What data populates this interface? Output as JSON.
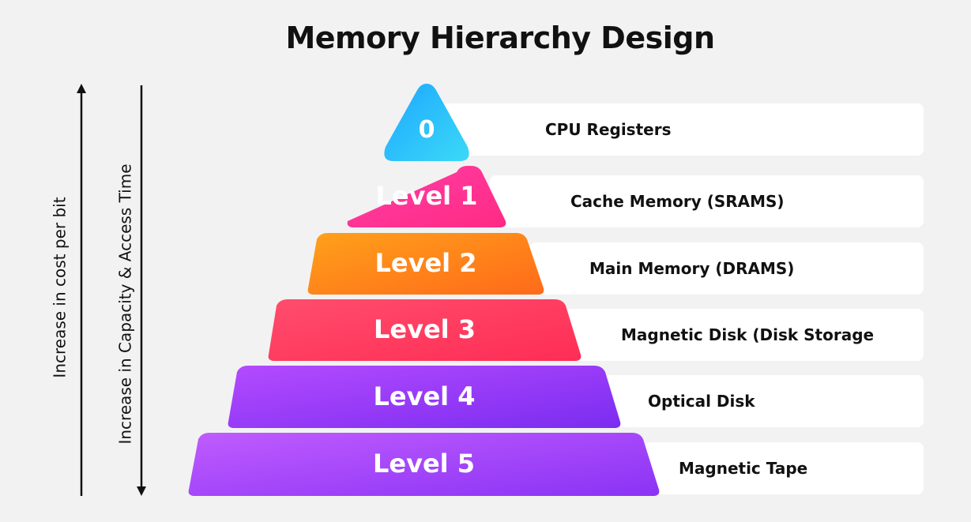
{
  "title": "Memory Hierarchy Design",
  "axes": {
    "cost": "Increase in cost per bit",
    "capacity": "Increase in Capacity & Access Time"
  },
  "levels": [
    {
      "tag": "0",
      "name": "CPU Registers",
      "colors": [
        "#1ea7ff",
        "#3bd9f7"
      ]
    },
    {
      "tag": "Level 1",
      "name": "Cache Memory (SRAMS)",
      "colors": [
        "#ff3fa6",
        "#ff2a84"
      ]
    },
    {
      "tag": "Level 2",
      "name": "Main Memory (DRAMS)",
      "colors": [
        "#ffa11a",
        "#ff6a1a"
      ]
    },
    {
      "tag": "Level 3",
      "name": "Magnetic Disk (Disk Storage",
      "colors": [
        "#ff4d6d",
        "#ff2d55"
      ]
    },
    {
      "tag": "Level 4",
      "name": "Optical Disk",
      "colors": [
        "#b44bff",
        "#7b2cf0"
      ]
    },
    {
      "tag": "Level 5",
      "name": "Magnetic Tape",
      "colors": [
        "#c05cff",
        "#8a33f5"
      ]
    }
  ]
}
